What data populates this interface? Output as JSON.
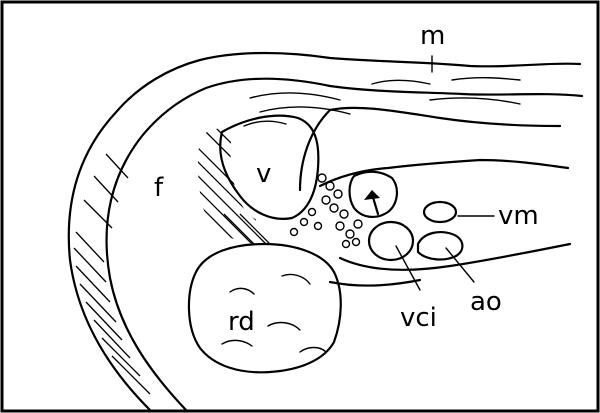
{
  "labels": {
    "m": "m",
    "v": "v",
    "f": "f",
    "vm": "vm",
    "rd": "rd",
    "vci": "vci",
    "ao": "ao"
  },
  "colors": {
    "ink": "#000000",
    "paper": "#ffffff"
  }
}
